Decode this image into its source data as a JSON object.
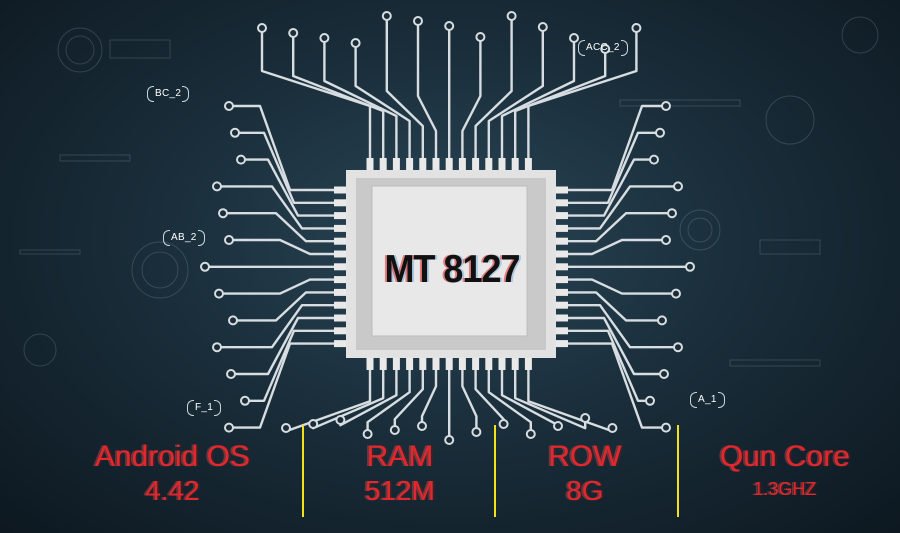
{
  "chip": {
    "name": "MT 8127"
  },
  "pin_labels": [
    "ACC_2",
    "BC_2",
    "AB_2",
    "F_1",
    "A_1"
  ],
  "specs": [
    {
      "name": "Android  OS",
      "value": "4.42"
    },
    {
      "name": "RAM",
      "value": "512M"
    },
    {
      "name": "ROW",
      "value": "8G"
    },
    {
      "name": "Qun Core",
      "value": "1.3GHZ"
    }
  ],
  "colors": {
    "spec_text": "#e3282d",
    "divider": "#f3e11c",
    "trace": "#d7dde1",
    "chip_body": "#e9e9e9"
  }
}
